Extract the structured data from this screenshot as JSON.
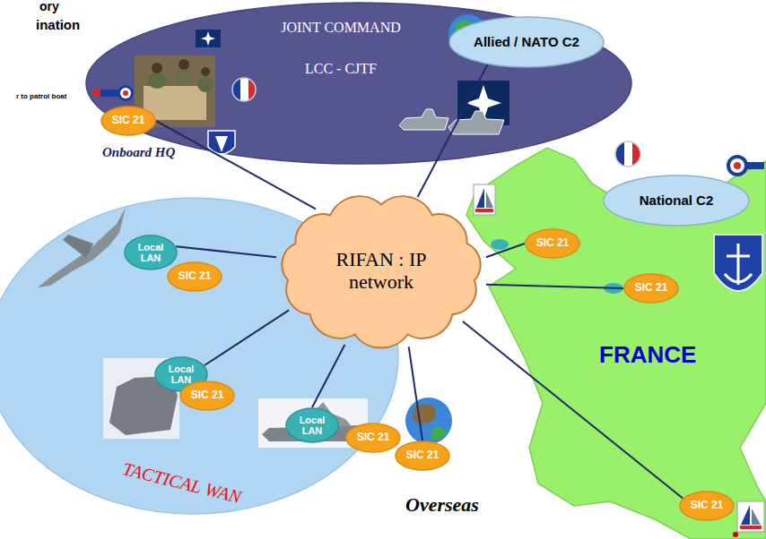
{
  "diagram": {
    "nodes": [
      {
        "text": [
          "JOINT COMMAND",
          "LCC - CJTF"
        ]
      },
      {
        "text": [
          "Allied / NATO C2"
        ],
        "in": 0
      },
      {
        "text": [
          "SIC 21"
        ],
        "in": 0
      },
      {
        "text": [
          "TACTICAL WAN"
        ]
      },
      {
        "text": [
          "Local LAN"
        ],
        "in": 3
      },
      {
        "text": [
          "SIC 21"
        ],
        "in": 3
      },
      {
        "text": [
          "Local LAN"
        ],
        "in": 3
      },
      {
        "text": [
          "SIC 21"
        ],
        "in": 3
      },
      {
        "text": [
          "Local LAN"
        ],
        "in": 3
      },
      {
        "text": [
          "SIC 21"
        ],
        "in": 3
      },
      {
        "text": [
          "RIFAN : IP network"
        ]
      },
      {
        "text": [
          "FRANCE"
        ]
      },
      {
        "text": [
          "National C2"
        ],
        "in": 11
      },
      {
        "text": [
          "SIC 21"
        ],
        "in": 11
      },
      {
        "text": [
          "SIC 21"
        ],
        "in": 11
      },
      {
        "text": [
          "SIC 21"
        ],
        "in": 11
      },
      {
        "text": [
          "SIC 21"
        ]
      }
    ],
    "edges": [
      {
        "from": 10,
        "to": 2,
        "arrow": "none"
      },
      {
        "from": 10,
        "to": 1,
        "arrow": "none"
      },
      {
        "from": 10,
        "to": 4,
        "arrow": "none"
      },
      {
        "from": 10,
        "to": 6,
        "arrow": "none"
      },
      {
        "from": 10,
        "to": 8,
        "arrow": "none"
      },
      {
        "from": 10,
        "to": 13,
        "arrow": "none"
      },
      {
        "from": 10,
        "to": 14,
        "arrow": "none"
      },
      {
        "from": 10,
        "to": 15,
        "arrow": "none"
      },
      {
        "from": 10,
        "to": 16,
        "arrow": "none"
      }
    ],
    "labels": [
      "ory",
      "ination",
      "r to patrol boat",
      "Onboard HQ",
      "Overseas"
    ]
  }
}
